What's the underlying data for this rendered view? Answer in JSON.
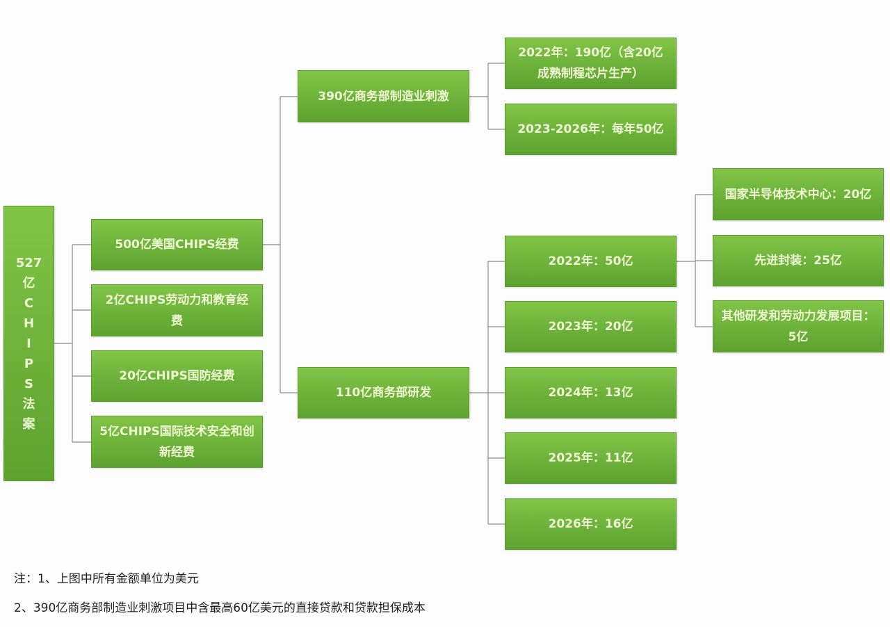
{
  "root": {
    "lines": [
      "527",
      "亿",
      "C",
      "H",
      "I",
      "P",
      "S",
      "法",
      "案"
    ]
  },
  "level1": [
    "500亿美国CHIPS经费",
    "2亿CHIPS劳动力和教育经费",
    "20亿CHIPS国防经费",
    "5亿CHIPS国际技术安全和创新经费"
  ],
  "level2": [
    "390亿商务部制造业刺激",
    "110亿商务部研发"
  ],
  "manufacturing": [
    "2022年：190亿（含20亿成熟制程芯片生产）",
    "2023-2026年：每年50亿"
  ],
  "research": [
    "2022年：50亿",
    "2023年：20亿",
    "2024年：13亿",
    "2025年：11亿",
    "2026年：16亿"
  ],
  "research_2022": [
    "国家半导体技术中心：20亿",
    "先进封装：25亿",
    "其他研发和劳动力发展项目：5亿"
  ],
  "notes": [
    "注：1、上图中所有金额单位为美元",
    "2、390亿商务部制造业刺激项目中含最高60亿美元的直接贷款和贷款担保成本"
  ],
  "colors": {
    "box_top": "#80c447",
    "box_bottom": "#5da22f",
    "text": "#eef6d2",
    "connector": "#888888"
  }
}
